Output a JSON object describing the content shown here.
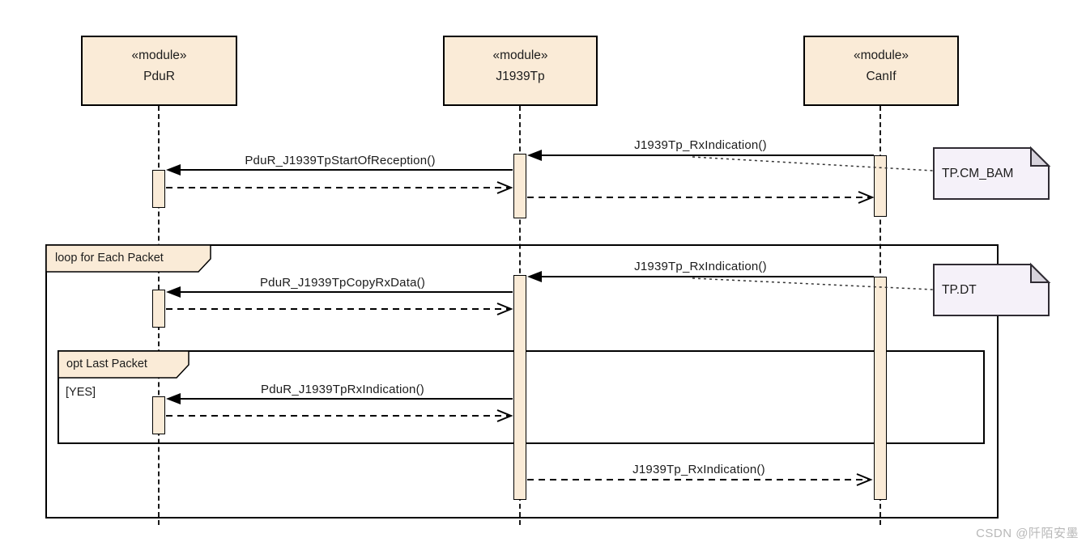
{
  "diagram": {
    "participants": [
      {
        "stereotype": "«module»",
        "name": "PduR"
      },
      {
        "stereotype": "«module»",
        "name": "J1939Tp"
      },
      {
        "stereotype": "«module»",
        "name": "CanIf"
      }
    ],
    "messages": [
      {
        "id": "rx-indication-1",
        "label": "J1939Tp_RxIndication()",
        "type": "call",
        "from": "CanIf",
        "to": "J1939Tp"
      },
      {
        "id": "start-of-reception",
        "label": "PduR_J1939TpStartOfReception()",
        "type": "call",
        "from": "J1939Tp",
        "to": "PduR"
      },
      {
        "id": "rx-indication-2",
        "label": "J1939Tp_RxIndication()",
        "type": "call",
        "from": "CanIf",
        "to": "J1939Tp"
      },
      {
        "id": "copy-rx-data",
        "label": "PduR_J1939TpCopyRxData()",
        "type": "call",
        "from": "J1939Tp",
        "to": "PduR"
      },
      {
        "id": "rx-indication-pdur",
        "label": "PduR_J1939TpRxIndication()",
        "type": "call",
        "from": "J1939Tp",
        "to": "PduR"
      },
      {
        "id": "rx-indication-return",
        "label": "J1939Tp_RxIndication()",
        "type": "return",
        "from": "J1939Tp",
        "to": "CanIf"
      }
    ],
    "fragments": {
      "loop": {
        "operator_label": "loop for Each Packet"
      },
      "opt": {
        "operator_label": "opt Last Packet",
        "guard": "[YES]"
      }
    },
    "notes": [
      {
        "text": "TP.CM_BAM"
      },
      {
        "text": "TP.DT"
      }
    ],
    "watermark": "CSDN @阡陌安墨",
    "colors": {
      "element_fill": "#faebd7",
      "note_fill": "#f5f1f9",
      "note_fold": "#d7d3dc",
      "border": "#000000",
      "watermark_text": "#b8b8b8"
    }
  }
}
